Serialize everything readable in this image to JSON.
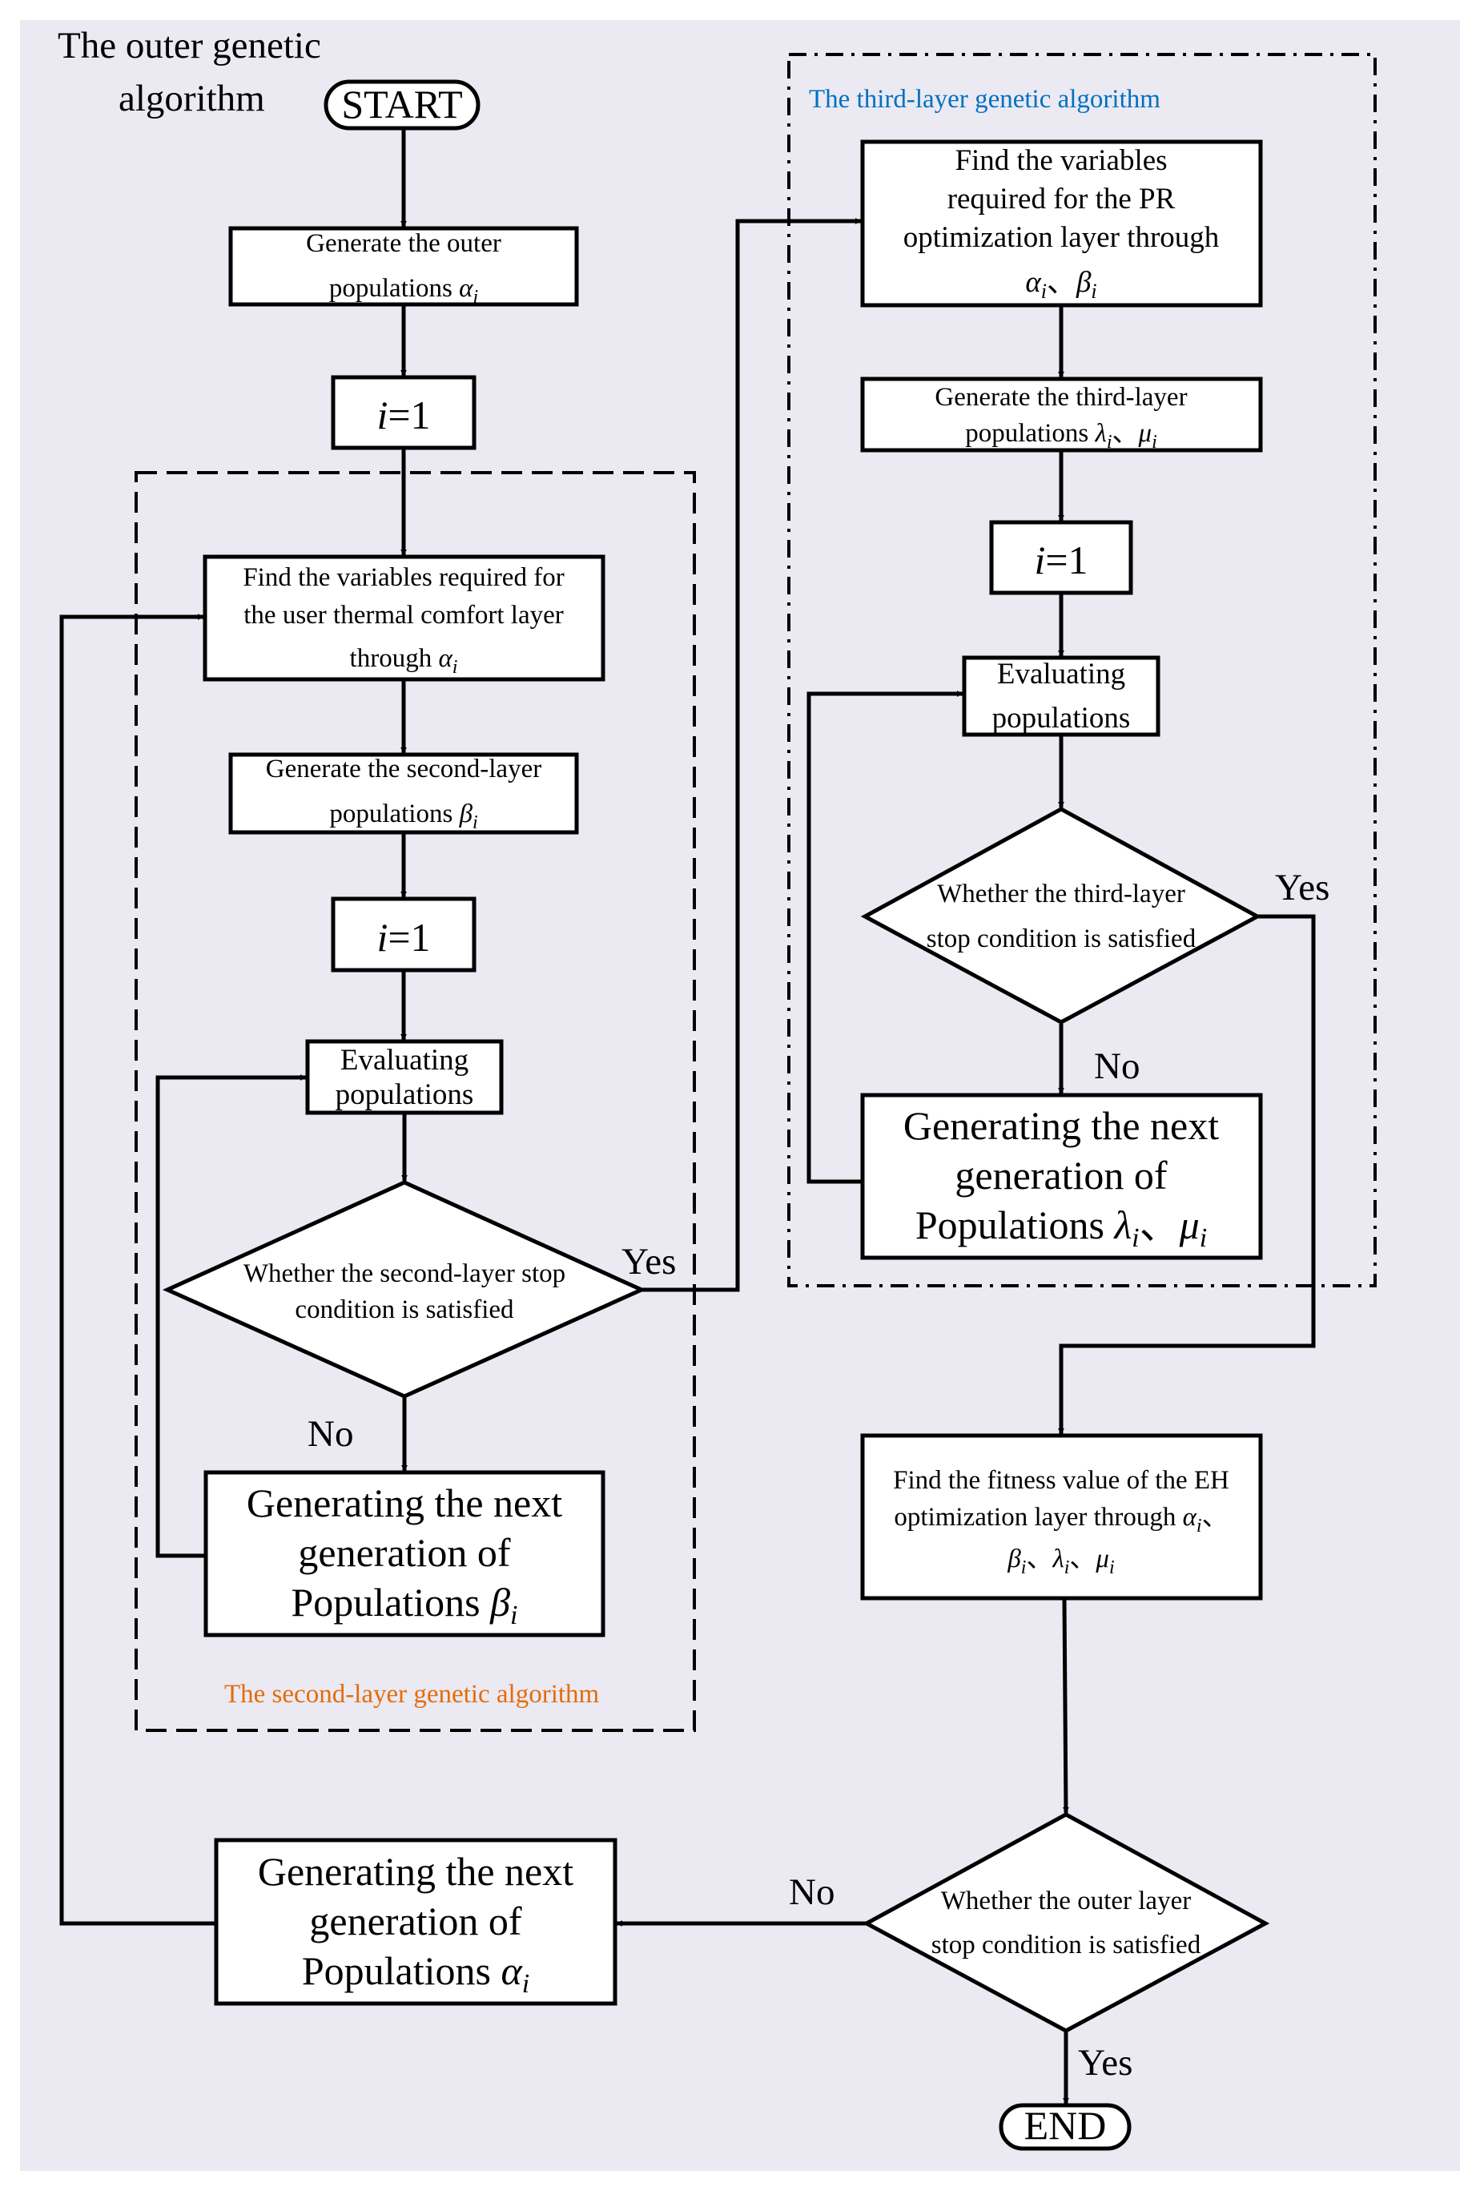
{
  "labels": {
    "outer_title_1": "The outer genetic",
    "outer_title_2": "algorithm",
    "start": "START",
    "end": "END",
    "third_title": "The third-layer genetic algorithm",
    "second_title": "The second-layer genetic algorithm",
    "yes": "Yes",
    "no": "No"
  },
  "colors": {
    "background": "#ebe9f2",
    "second_title": "#e46c0a",
    "third_title": "#0070c0"
  },
  "nodes": {
    "gen_outer": {
      "line1": "Generate the outer",
      "line2": "populations",
      "sym": "α",
      "sub": "i"
    },
    "i1_outer": {
      "sym": "i",
      "text": "=1"
    },
    "find_user": {
      "line1": "Find the variables required for",
      "line2": "the  user thermal comfort layer",
      "line3": "through",
      "sym": "α",
      "sub": "i"
    },
    "gen_second": {
      "line1": "Generate the second-layer",
      "line2": "populations",
      "sym": "β",
      "sub": "i"
    },
    "i1_second": {
      "sym": "i",
      "text": "=1"
    },
    "eval_second": {
      "line1": "Evaluating",
      "line2": "populations"
    },
    "cond_second": {
      "line1": "Whether the second-layer stop",
      "line2": "condition is satisfied"
    },
    "next_second": {
      "line1": "Generating the next",
      "line2": "generation of",
      "line3": "Populations",
      "sym": "β",
      "sub": "i"
    },
    "find_pr": {
      "line1": "Find the variables",
      "line2": "required for the  PR",
      "line3": "optimization layer through",
      "sym1": "α",
      "sub1": "i",
      "sep": "、",
      "sym2": "β",
      "sub2": "i"
    },
    "gen_third": {
      "line1": "Generate the third-layer",
      "line2": "populations",
      "sym1": "λ",
      "sub1": "i",
      "sep": "、",
      "sym2": "μ",
      "sub2": "i"
    },
    "i1_third": {
      "sym": "i",
      "text": "=1"
    },
    "eval_third": {
      "line1": "Evaluating",
      "line2": "populations"
    },
    "cond_third": {
      "line1": "Whether the third-layer",
      "line2": "stop condition is satisfied"
    },
    "next_third": {
      "line1": "Generating the next",
      "line2": "generation of",
      "line3": "Populations",
      "sym1": "λ",
      "sub1": "i",
      "sep": "、",
      "sym2": "μ",
      "sub2": "i"
    },
    "find_eh": {
      "line1": "Find the fitness value of the EH",
      "line2": "optimization layer through",
      "sym1": "α",
      "sub1": "i",
      "sep1": "、",
      "sym2": "β",
      "sub2": "i",
      "sep2": "、",
      "sym3": "λ",
      "sub3": "i",
      "sep3": "、",
      "sym4": "μ",
      "sub4": "i"
    },
    "cond_outer": {
      "line1": "Whether the outer layer",
      "line2": "stop condition is satisfied"
    },
    "next_outer": {
      "line1": "Generating the next",
      "line2": "generation of",
      "line3": "Populations",
      "sym": "α",
      "sub": "i"
    }
  }
}
